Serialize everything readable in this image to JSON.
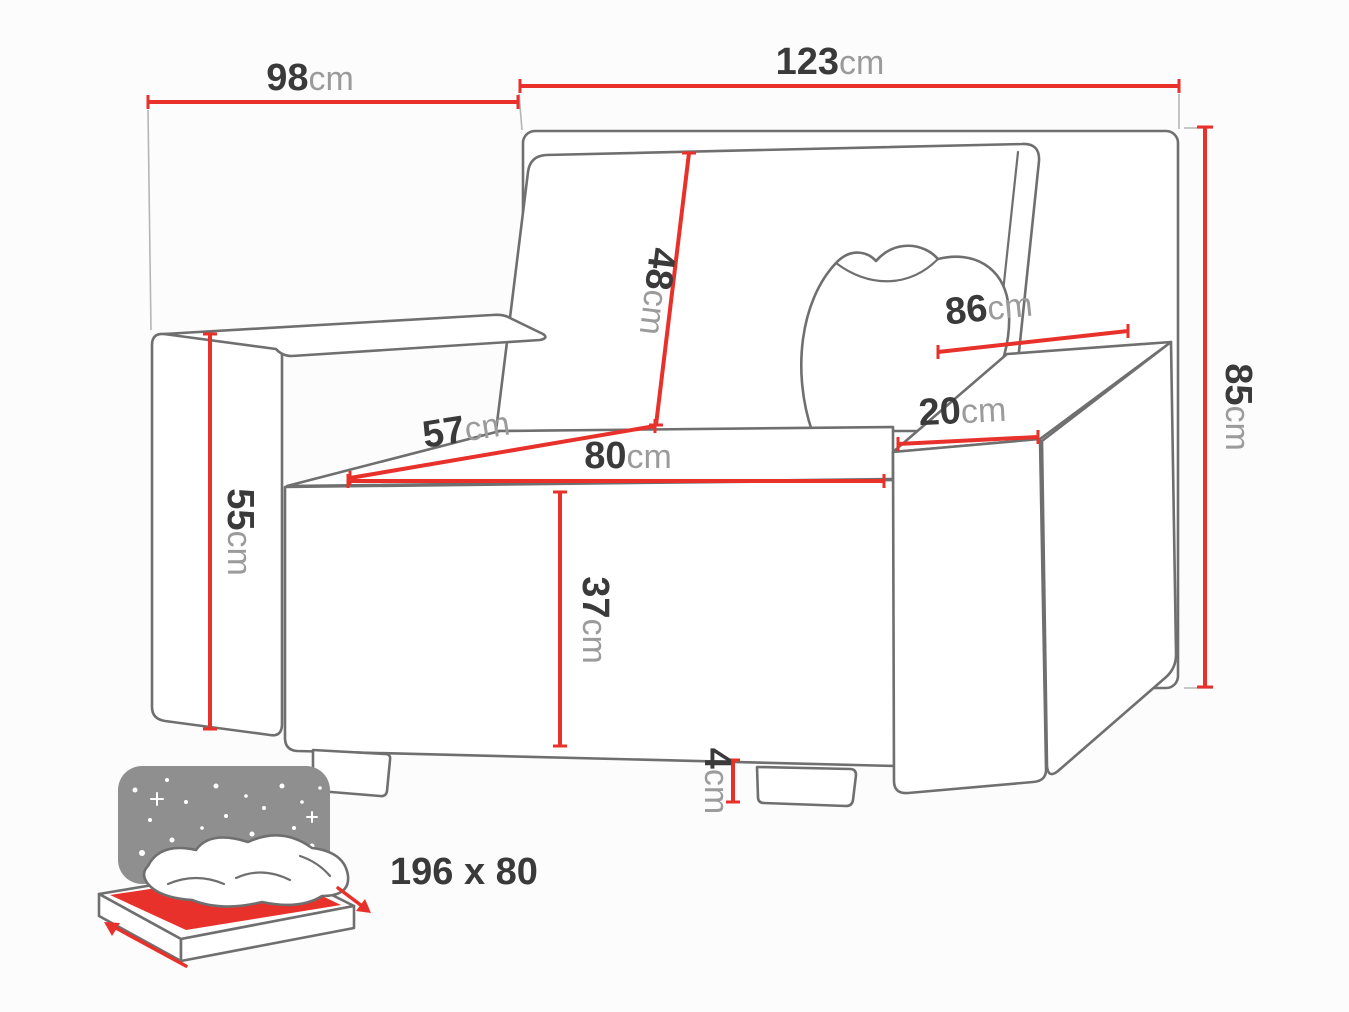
{
  "colors": {
    "dimension": "#e8312a",
    "outline": "#6f6f6f",
    "number": "#3a3a3a",
    "unit": "#9b9b9b",
    "star_panel": "#8f8f8f"
  },
  "dimensions": {
    "total_depth": {
      "value": "98",
      "unit": "cm"
    },
    "total_width": {
      "value": "123",
      "unit": "cm"
    },
    "total_height": {
      "value": "85",
      "unit": "cm"
    },
    "backrest_height": {
      "value": "48",
      "unit": "cm"
    },
    "armrest_depth": {
      "value": "86",
      "unit": "cm"
    },
    "armrest_width": {
      "value": "20",
      "unit": "cm"
    },
    "seat_depth": {
      "value": "57",
      "unit": "cm"
    },
    "seat_width": {
      "value": "80",
      "unit": "cm"
    },
    "armrest_height": {
      "value": "55",
      "unit": "cm"
    },
    "seat_height": {
      "value": "37",
      "unit": "cm"
    },
    "leg_height": {
      "value": "4",
      "unit": "cm"
    }
  },
  "sleeping_area": {
    "label": "196 x 80"
  }
}
